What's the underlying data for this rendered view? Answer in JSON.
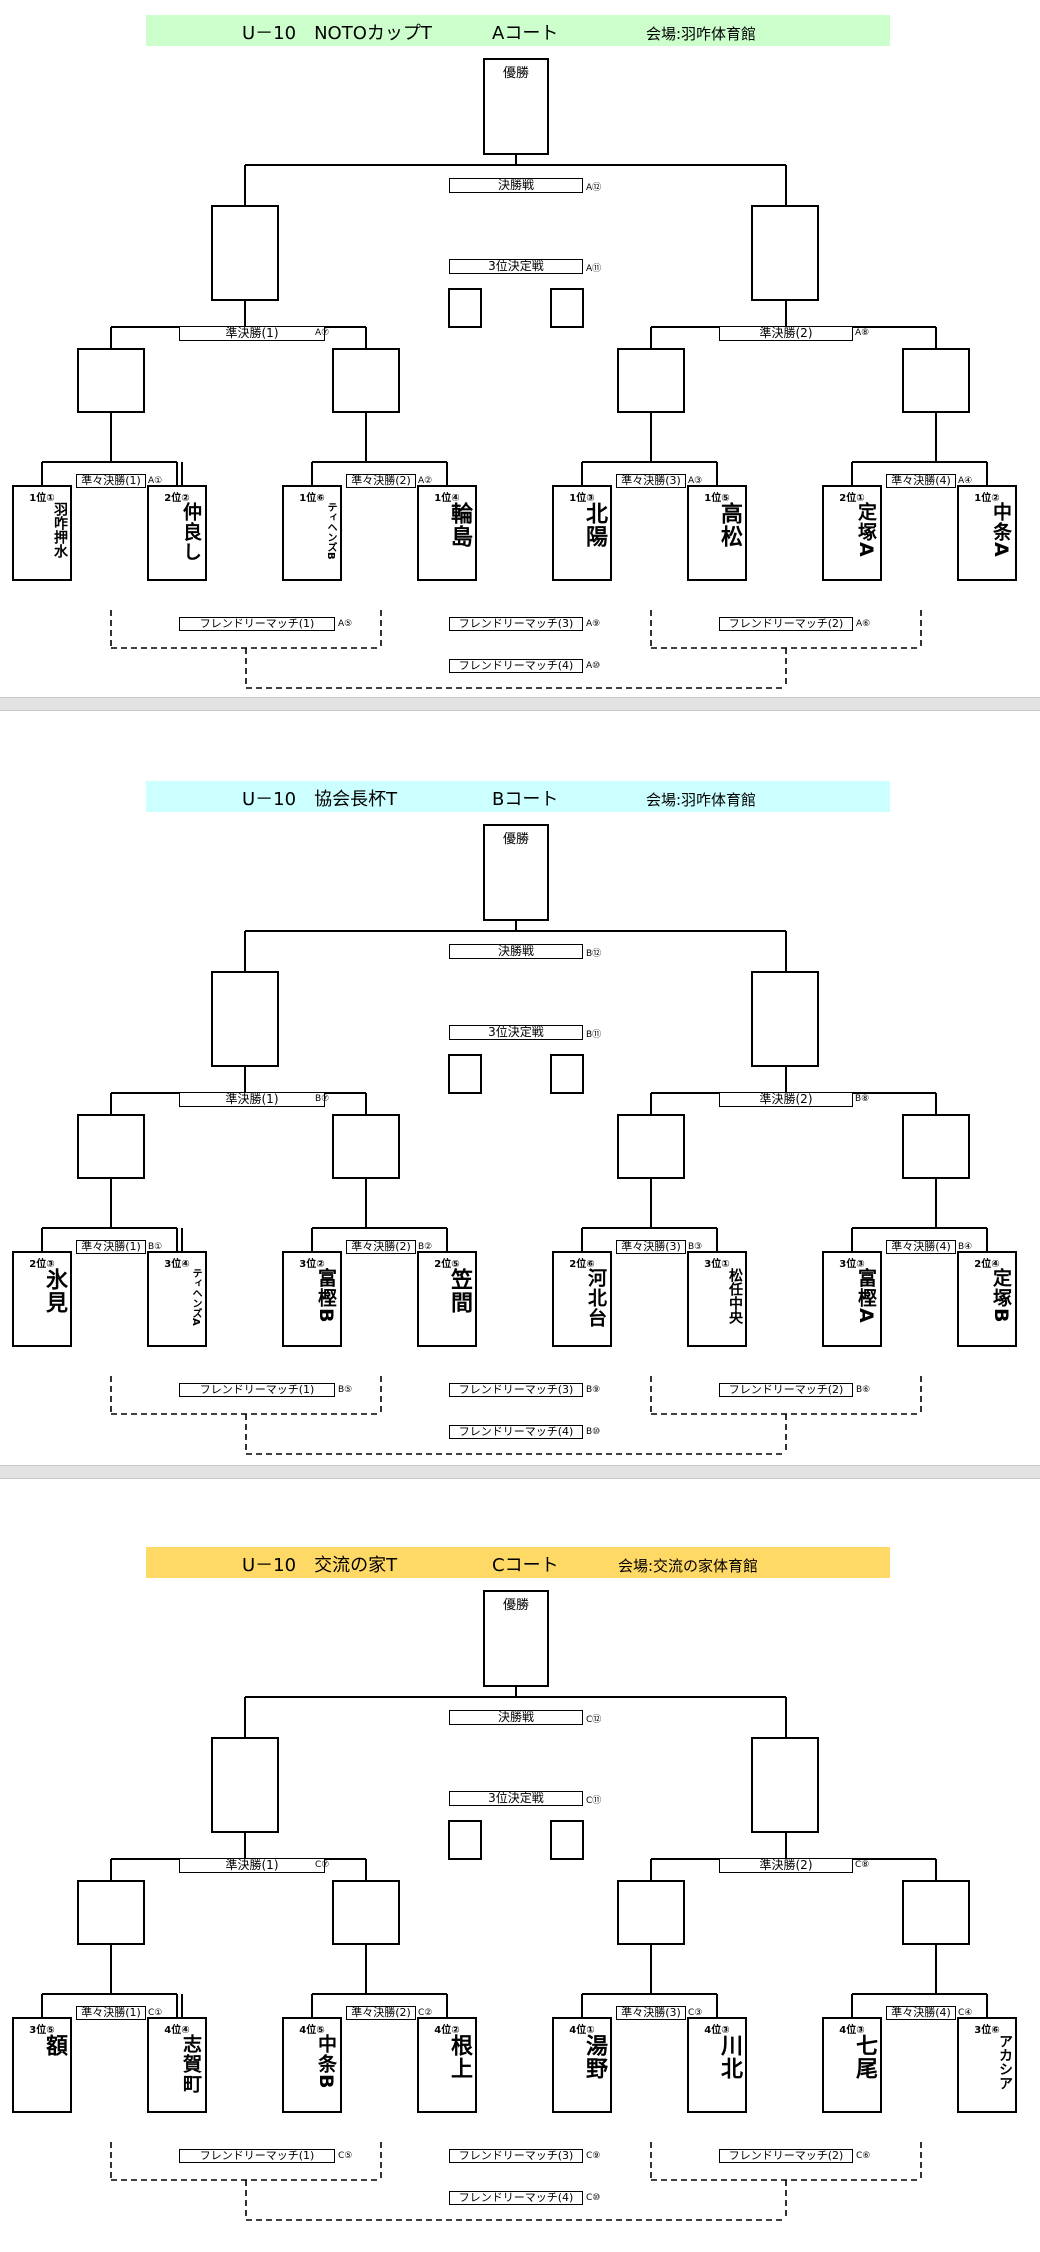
{
  "labels": {
    "winner": "優勝",
    "final": "決勝戦",
    "third_place": "3位決定戦",
    "semi_1": "準決勝(1)",
    "semi_2": "準決勝(2)",
    "qf_1": "準々決勝(1)",
    "qf_2": "準々決勝(2)",
    "qf_3": "準々決勝(3)",
    "qf_4": "準々決勝(4)",
    "fr_1": "フレンドリーマッチ(1)",
    "fr_2": "フレンドリーマッチ(2)",
    "fr_3": "フレンドリーマッチ(3)",
    "fr_4": "フレンドリーマッチ(4)"
  },
  "courts": [
    {
      "title": "U－10　NOTOカップT",
      "court": "Aコート",
      "venue": "会場:羽咋体育館",
      "color": "#ccffcc",
      "matches": {
        "final": "A⑫",
        "third": "A⑪",
        "semi1": "A⑦",
        "semi2": "A⑧",
        "qf1": "A①",
        "qf2": "A②",
        "qf3": "A③",
        "qf4": "A④",
        "fr1": "A⑤",
        "fr2": "A⑥",
        "fr3": "A⑨",
        "fr4": "A⑩"
      },
      "teams": [
        {
          "seed": "1位①",
          "name": "羽咋押水"
        },
        {
          "seed": "2位②",
          "name": "仲良し"
        },
        {
          "seed": "1位⑥",
          "name": "ティヘンズB"
        },
        {
          "seed": "1位④",
          "name": "輪島"
        },
        {
          "seed": "1位③",
          "name": "北陽"
        },
        {
          "seed": "1位⑤",
          "name": "高松"
        },
        {
          "seed": "2位①",
          "name": "定塚A"
        },
        {
          "seed": "1位②",
          "name": "中条A"
        }
      ]
    },
    {
      "title": "U－10　協会長杯T",
      "court": "Bコート",
      "venue": "会場:羽咋体育館",
      "color": "#ccffff",
      "matches": {
        "final": "B⑫",
        "third": "B⑪",
        "semi1": "B⑦",
        "semi2": "B⑧",
        "qf1": "B①",
        "qf2": "B②",
        "qf3": "B③",
        "qf4": "B④",
        "fr1": "B⑤",
        "fr2": "B⑥",
        "fr3": "B⑨",
        "fr4": "B⑩"
      },
      "teams": [
        {
          "seed": "2位③",
          "name": "氷見"
        },
        {
          "seed": "3位④",
          "name": "ティヘンズA"
        },
        {
          "seed": "3位②",
          "name": "富樫B"
        },
        {
          "seed": "2位⑤",
          "name": "笠間"
        },
        {
          "seed": "2位⑥",
          "name": "河北台"
        },
        {
          "seed": "3位①",
          "name": "松任中央"
        },
        {
          "seed": "3位③",
          "name": "富樫A"
        },
        {
          "seed": "2位④",
          "name": "定塚B"
        }
      ]
    },
    {
      "title": "U－10　交流の家T",
      "court": "Cコート",
      "venue": "会場:交流の家体育館",
      "color": "#ffd966",
      "matches": {
        "final": "C⑫",
        "third": "C⑪",
        "semi1": "C⑦",
        "semi2": "C⑧",
        "qf1": "C①",
        "qf2": "C②",
        "qf3": "C③",
        "qf4": "C④",
        "fr1": "C⑤",
        "fr2": "C⑥",
        "fr3": "C⑨",
        "fr4": "C⑩"
      },
      "teams": [
        {
          "seed": "3位⑤",
          "name": "額"
        },
        {
          "seed": "4位④",
          "name": "志賀町"
        },
        {
          "seed": "4位⑤",
          "name": "中条B"
        },
        {
          "seed": "4位②",
          "name": "根上"
        },
        {
          "seed": "4位①",
          "name": "湯野"
        },
        {
          "seed": "4位③",
          "name": "川北"
        },
        {
          "seed": "4位③",
          "name": "七尾"
        },
        {
          "seed": "3位⑥",
          "name": "アカシア"
        }
      ]
    }
  ]
}
